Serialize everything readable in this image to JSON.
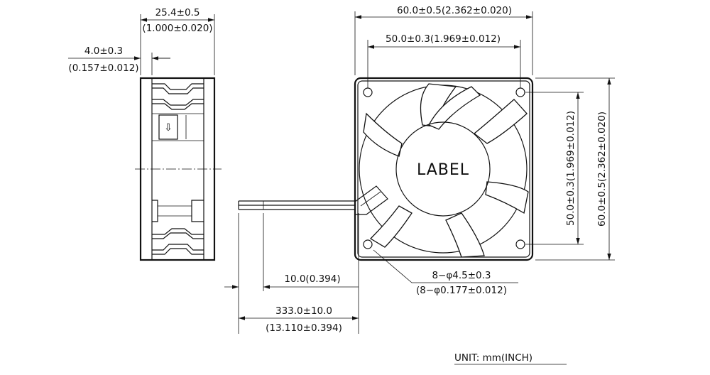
{
  "drawing": {
    "side_view": {
      "thickness_mm": "25.4±0.5",
      "thickness_in": "(1.000±0.020)",
      "flange_mm": "4.0±0.3",
      "flange_in": "(0.157±0.012)",
      "arrow_symbol": "⇩"
    },
    "front_view": {
      "label_text": "LABEL",
      "overall_width": "60.0±0.5(2.362±0.020)",
      "hole_spacing_width": "50.0±0.3(1.969±0.012)",
      "hole_spacing_height": "50.0±0.3(1.969±0.012)",
      "overall_height": "60.0±0.5(2.362±0.020)",
      "holes_mm": "8−φ4.5±0.3",
      "holes_in": "(8−φ0.177±0.012)"
    },
    "lead_wire": {
      "strip_length": "10.0(0.394)",
      "length_mm": "333.0±10.0",
      "length_in": "(13.110±0.394)"
    },
    "unit_note": "UNIT:  mm(INCH)"
  }
}
